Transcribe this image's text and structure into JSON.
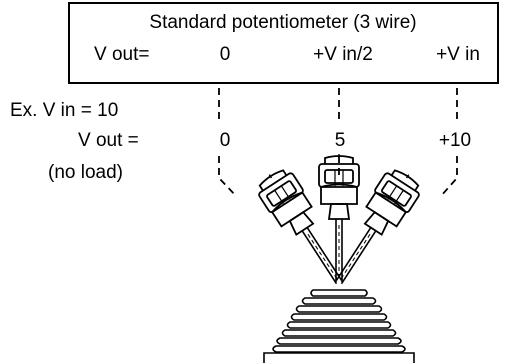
{
  "header": {
    "title": "Standard potentiometer (3 wire)",
    "vout_label": "V out=",
    "positions": [
      "0",
      "+V in/2",
      "+V in"
    ]
  },
  "example": {
    "vin_label": "Ex. V in = 10",
    "vout_label": "V out =",
    "load_note": "(no load)",
    "values": [
      "0",
      "5",
      "+10"
    ]
  }
}
